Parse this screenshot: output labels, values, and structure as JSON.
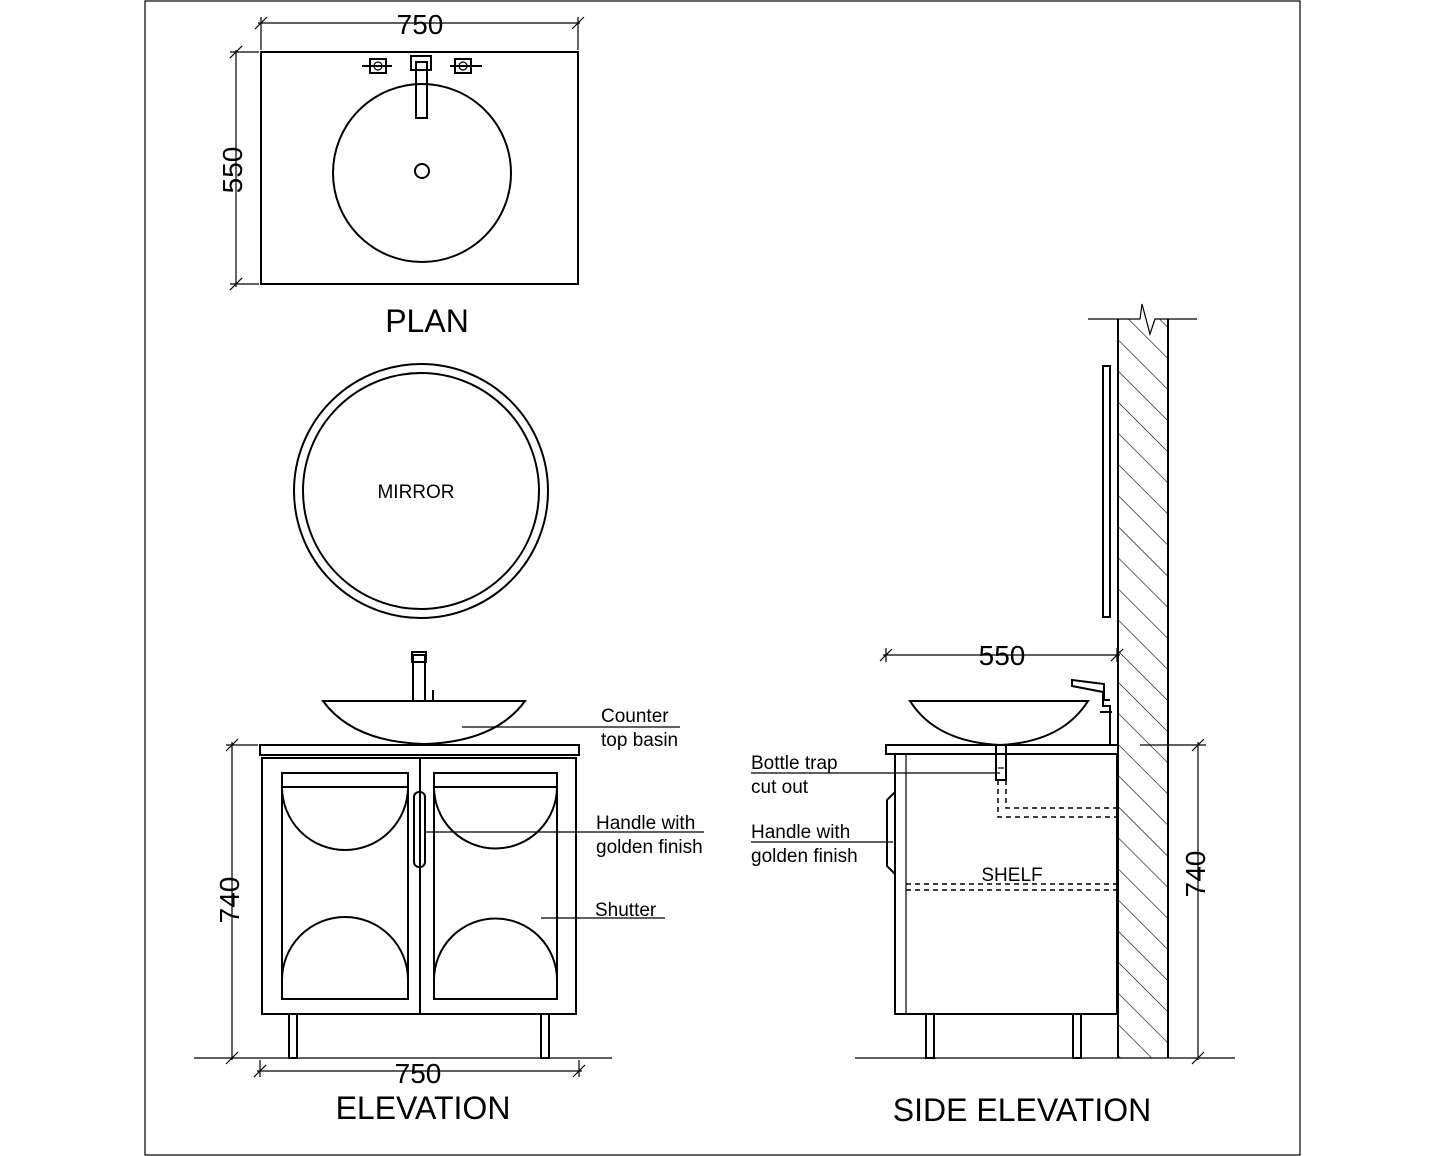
{
  "plan": {
    "title": "PLAN",
    "width_dim": "750",
    "depth_dim": "550"
  },
  "mirror": {
    "label": "MIRROR"
  },
  "elevation": {
    "title": "ELEVATION",
    "height_dim": "740",
    "width_dim": "750",
    "callouts": {
      "counter_line1": "Counter",
      "counter_line2": "top basin",
      "handle_line1": "Handle with",
      "handle_line2": "golden finish",
      "shutter": "Shutter"
    }
  },
  "side_elevation": {
    "title": "SIDE ELEVATION",
    "depth_dim": "550",
    "height_dim": "740",
    "shelf_label": "SHELF",
    "callouts": {
      "trap_line1": "Bottle trap",
      "trap_line2": "cut out",
      "handle_line1": "Handle with",
      "handle_line2": "golden finish"
    }
  }
}
